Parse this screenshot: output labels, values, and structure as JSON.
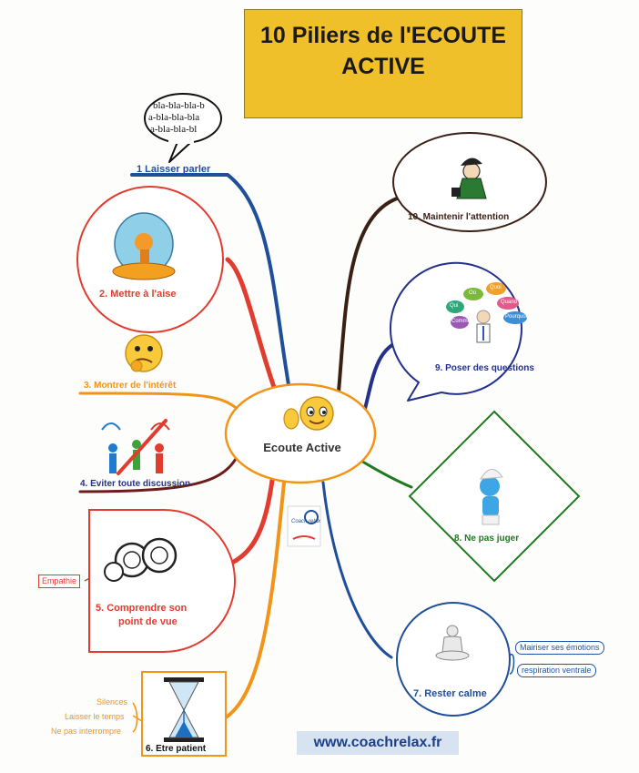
{
  "title": {
    "line1": "10 Piliers de l'ECOUTE",
    "line2": "ACTIVE"
  },
  "center": {
    "label": "Ecoute Active"
  },
  "speech_bubble_text": [
    "bla-bla-bla-b",
    "a-bla-bla-bla",
    "a-bla-bla-bl"
  ],
  "branches": [
    {
      "id": 1,
      "label": "1 Laisser parler",
      "color": "#1f4e9a"
    },
    {
      "id": 2,
      "label": "2. Mettre à l'aise",
      "color": "#e23b2f"
    },
    {
      "id": 3,
      "label": "3. Montrer de l'intérêt",
      "color": "#f29418"
    },
    {
      "id": 4,
      "label": "4. Eviter toute discussion",
      "color": "#6b1d1d"
    },
    {
      "id": 5,
      "label_lines": [
        "5. Comprendre son",
        "point de vue"
      ],
      "color": "#e23b2f"
    },
    {
      "id": 6,
      "label": "6. Etre patient",
      "color": "#f29418"
    },
    {
      "id": 7,
      "label": "7. Rester calme",
      "color": "#1f4e9a"
    },
    {
      "id": 8,
      "label": "8. Ne pas juger",
      "color": "#1d7a1d"
    },
    {
      "id": 9,
      "label": "9. Poser des questions",
      "color": "#23318a"
    },
    {
      "id": 10,
      "label": "10. Maintenir l'attention",
      "color": "#3a1f15"
    }
  ],
  "subtopics": {
    "empathy": "Empathie",
    "patience": [
      "Silences",
      "Laisser le temps",
      "Ne pas interrompre"
    ],
    "calm": [
      "Mairiser ses émotions",
      "respiration ventrale"
    ]
  },
  "question_bubbles": [
    "Qui",
    "Quand",
    "Quoi",
    "Où",
    "Comment",
    "Pourquoi"
  ],
  "logo_text": "Coach relax",
  "website": "www.coachrelax.fr"
}
